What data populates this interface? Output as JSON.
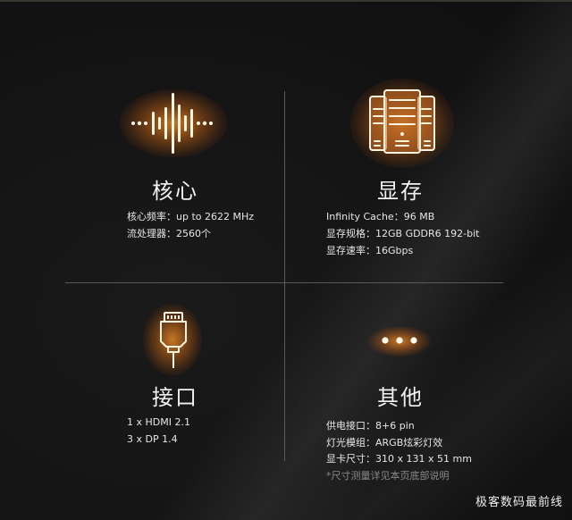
{
  "colors": {
    "background": "#141414",
    "accent_glow": "#ff9628",
    "icon_stroke": "#fff4e0",
    "divider": "#5a5a5a",
    "note_text": "#8a8a8a"
  },
  "sections": [
    {
      "id": "core",
      "icon": "waveform-icon",
      "title": "核心",
      "specs": [
        {
          "label": "核心频率：",
          "value": "up to 2622 MHz"
        },
        {
          "label": "流处理器：",
          "value": "2560个"
        }
      ]
    },
    {
      "id": "memory",
      "icon": "server-stack-icon",
      "title": "显存",
      "specs": [
        {
          "label": "Infinity Cache：",
          "value": "96 MB"
        },
        {
          "label": "显存规格：",
          "value": "12GB GDDR6 192-bit"
        },
        {
          "label": "显存速率：",
          "value": "16Gbps"
        }
      ]
    },
    {
      "id": "ports",
      "icon": "plug-connector-icon",
      "title": "接口",
      "specs": [
        {
          "label": "",
          "value": "1 x HDMI 2.1"
        },
        {
          "label": "",
          "value": "3 x DP 1.4"
        }
      ]
    },
    {
      "id": "other",
      "icon": "more-dots-icon",
      "title": "其他",
      "specs": [
        {
          "label": "供电接口：",
          "value": "8+6 pin"
        },
        {
          "label": "灯光模组：",
          "value": "ARGB炫彩灯效"
        },
        {
          "label": "显卡尺寸：",
          "value": "310 x 131 x 51 mm"
        }
      ],
      "note": "*尺寸测量详见本页底部说明"
    }
  ],
  "watermark": "极客数码最前线"
}
